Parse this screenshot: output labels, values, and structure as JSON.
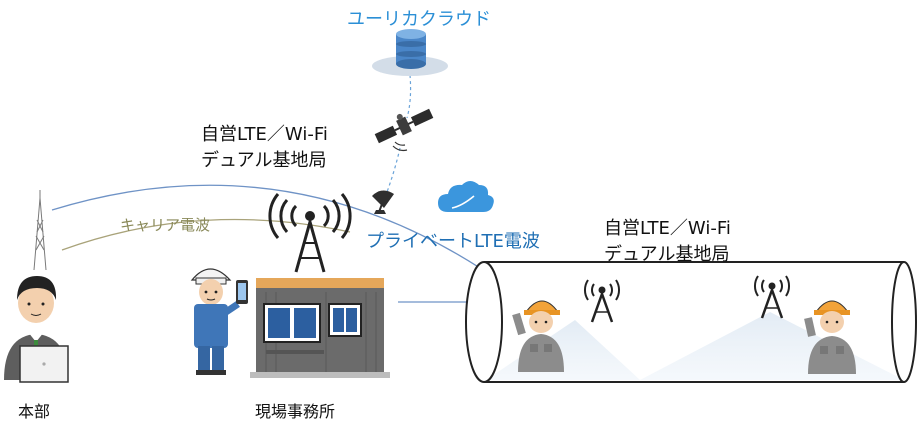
{
  "labels": {
    "cloud": "ユーリカクラウド",
    "base_station_top_line1": "自営LTE／Wi-Fi",
    "base_station_top_line2": "デュアル基地局",
    "carrier_wave": "キャリア電波",
    "private_lte": "プライベートLTE電波",
    "base_station_tunnel_line1": "自営LTE／Wi-Fi",
    "base_station_tunnel_line2": "デュアル基地局",
    "headquarters": "本部",
    "site_office": "現場事務所"
  },
  "colors": {
    "cloud_text": "#2b8fd6",
    "private_lte_text": "#1f6fb4",
    "carrier_text": "#8a8a5a",
    "blue_line": "#6f93c6",
    "olive_line": "#a9a37a",
    "dashed_link": "#6aa3d8"
  }
}
